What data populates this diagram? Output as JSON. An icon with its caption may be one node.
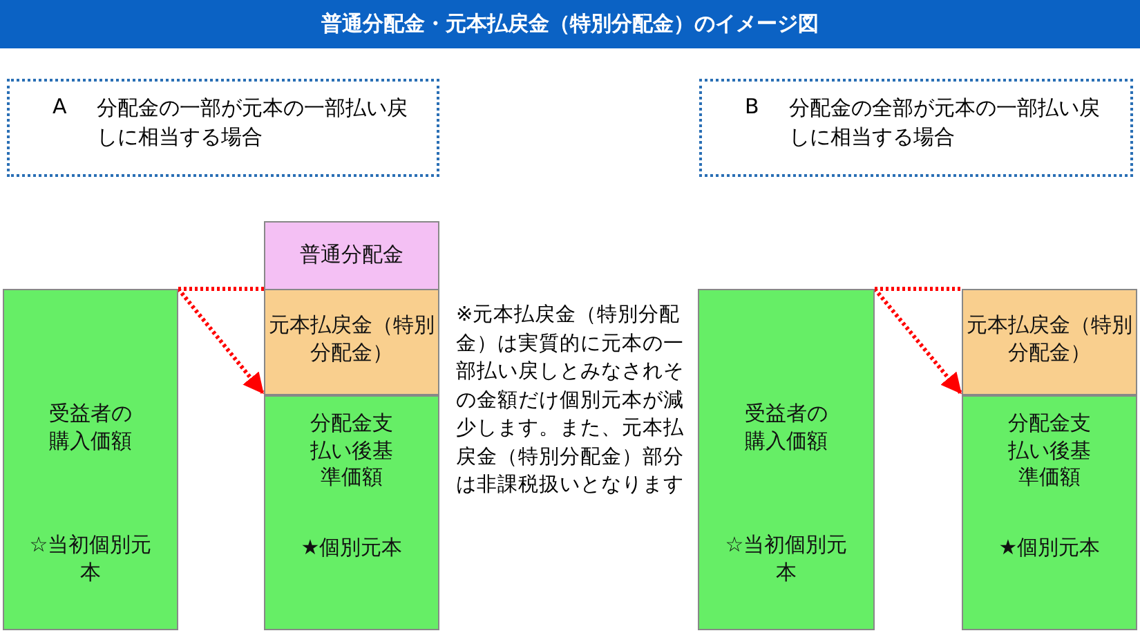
{
  "diagram": {
    "title": "普通分配金・元本払戻金（特別分配金）のイメージ図",
    "nodes": [
      {
        "text": [
          "A",
          "分配金の一部が元本の一部払い戻しに相当する場合"
        ]
      },
      {
        "text": [
          "B",
          "分配金の全部が元本の一部払い戻しに相当する場合"
        ]
      },
      {
        "text": [
          "受益者の購入価額",
          "☆当初個別元本"
        ]
      },
      {
        "text": [
          "普通分配金"
        ]
      },
      {
        "text": [
          "元本払戻金（特別分配金）"
        ]
      },
      {
        "text": [
          "分配金支払い後基準価額",
          "★個別元本"
        ]
      },
      {
        "text": [
          "受益者の購入価額",
          "☆当初個別元本"
        ]
      },
      {
        "text": [
          "元本払戻金（特別分配金）"
        ]
      },
      {
        "text": [
          "分配金支払い後基準価額",
          "★個別元本"
        ]
      }
    ],
    "edges": [
      {
        "from": 2,
        "to": 4,
        "arrow": "none",
        "style": "dashed",
        "color": "#ff0000"
      },
      {
        "from": 2,
        "to": 5,
        "arrow": "to",
        "style": "dashed",
        "color": "#ff0000"
      },
      {
        "from": 6,
        "to": 7,
        "arrow": "none",
        "style": "dashed",
        "color": "#ff0000"
      },
      {
        "from": 6,
        "to": 8,
        "arrow": "to",
        "style": "dashed",
        "color": "#ff0000"
      }
    ],
    "labels": [
      "※元本払戻金（特別分配金）は実質的に元本の一部払い戻しとみなされその金額だけ個別元本が減少します。また、元本払戻金（特別分配金）部分は非課税扱いとなります"
    ]
  }
}
